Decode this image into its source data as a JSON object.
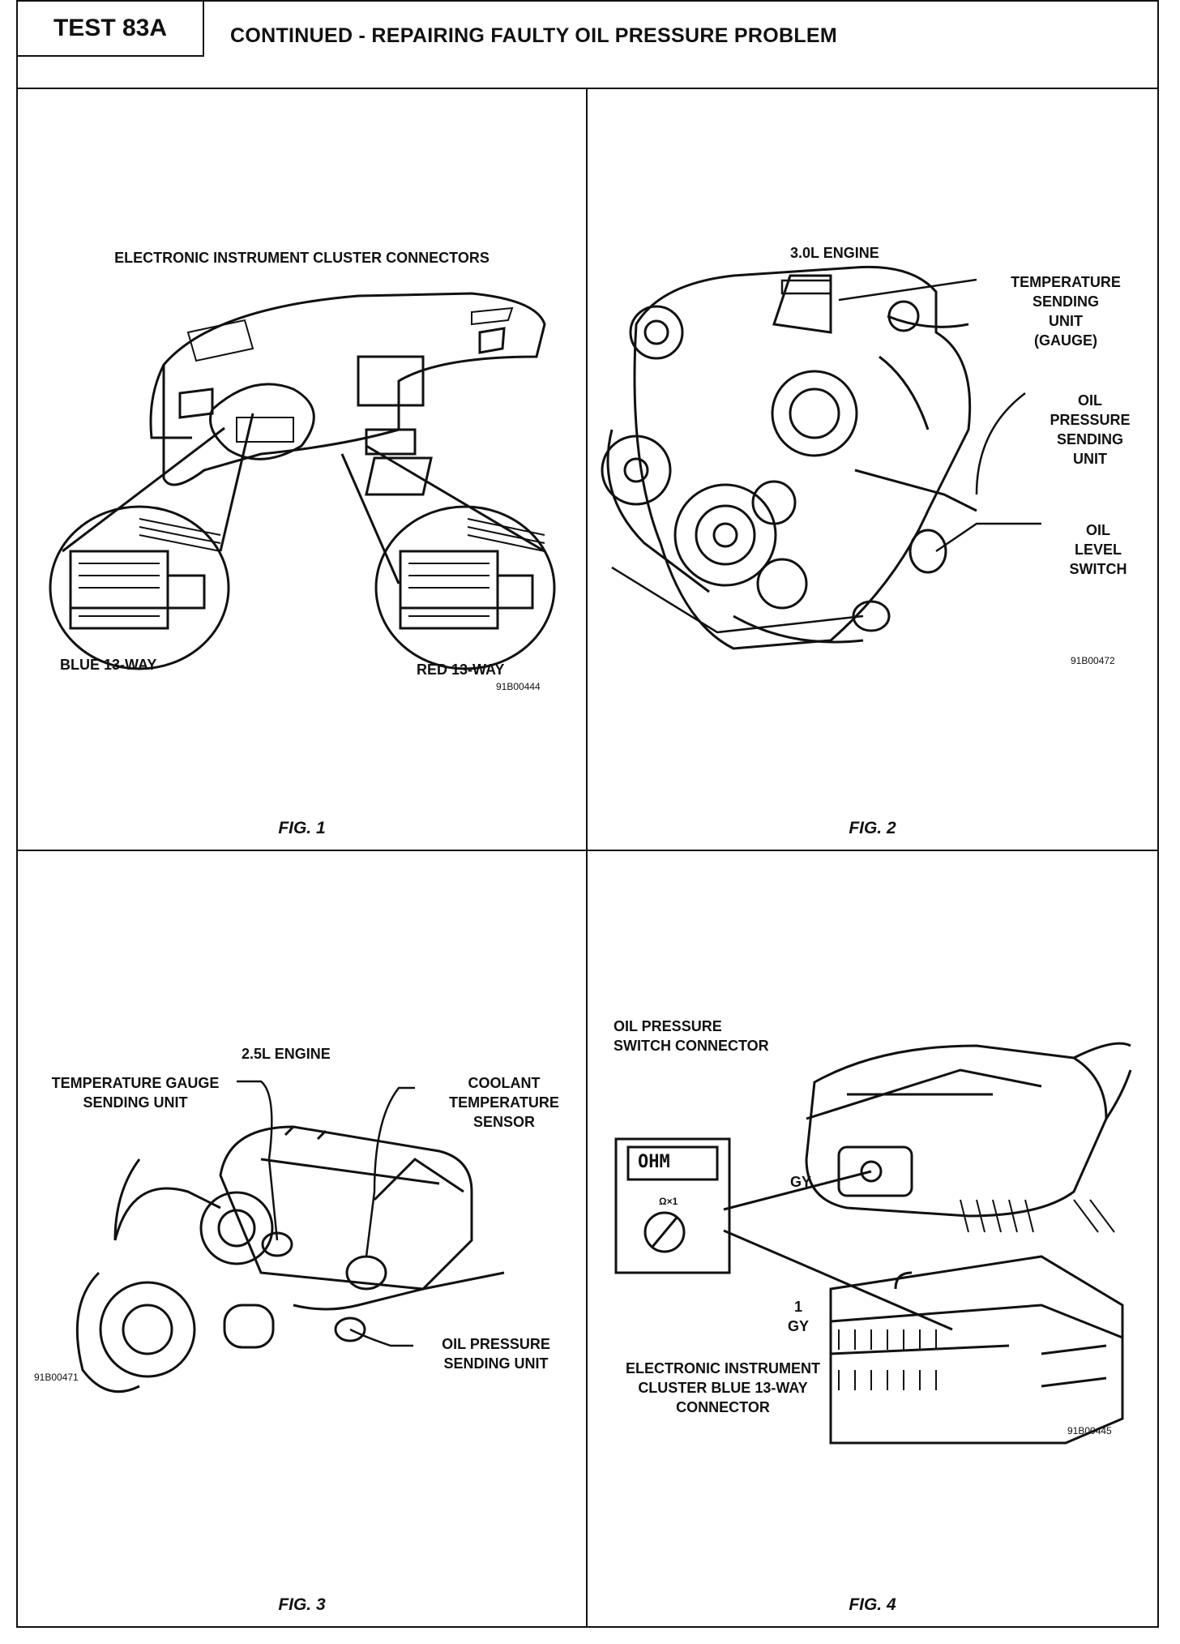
{
  "header": {
    "test_id": "TEST 83A",
    "title": "CONTINUED - REPAIRING FAULTY OIL PRESSURE PROBLEM"
  },
  "fig1": {
    "title": "ELECTRONIC INSTRUMENT CLUSTER CONNECTORS",
    "left_connector": "BLUE 13-WAY",
    "right_connector": "RED 13-WAY",
    "code": "91B00444",
    "label": "FIG. 1"
  },
  "fig2": {
    "engine": "3.0L ENGINE",
    "temp_unit": "TEMPERATURE\nSENDING\nUNIT\n(GAUGE)",
    "oil_pressure": "OIL\nPRESSURE\nSENDING\nUNIT",
    "oil_level": "OIL\nLEVEL\nSWITCH",
    "code": "91B00472",
    "label": "FIG. 2"
  },
  "fig3": {
    "engine": "2.5L ENGINE",
    "temp_gauge": "TEMPERATURE GAUGE\nSENDING UNIT",
    "coolant": "COOLANT\nTEMPERATURE\nSENSOR",
    "oil_pressure": "OIL PRESSURE\nSENDING UNIT",
    "code": "91B00471",
    "label": "FIG. 3"
  },
  "fig4": {
    "switch_connector": "OIL PRESSURE\nSWITCH CONNECTOR",
    "meter_display": "OHM",
    "meter_range": "Ω×1",
    "wire_top": "GY",
    "wire_bottom": "1\nGY",
    "cluster_connector": "ELECTRONIC INSTRUMENT\nCLUSTER BLUE 13-WAY\nCONNECTOR",
    "code": "91B00445",
    "label": "FIG. 4"
  }
}
